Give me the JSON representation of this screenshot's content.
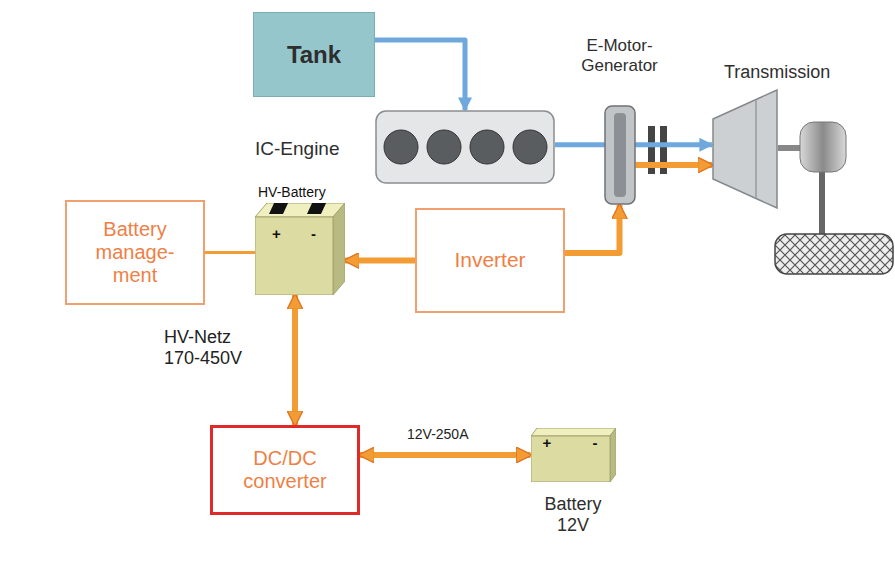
{
  "diagram": {
    "nodes": [
      {
        "text": [
          "Tank"
        ]
      },
      {
        "text": [
          "IC-Engine"
        ]
      },
      {
        "text": [
          "E-Motor- Generator"
        ]
      },
      {
        "text": [
          "Transmission"
        ]
      },
      {
        "text": [
          "HV-Battery",
          "+",
          "-"
        ]
      },
      {
        "text": [
          "Battery manage- ment"
        ]
      },
      {
        "text": [
          "Inverter"
        ]
      },
      {
        "text": [
          "DC/DC converter"
        ]
      },
      {
        "text": [
          "+",
          "-",
          "Battery 12V"
        ]
      }
    ],
    "edges": [
      {
        "from": 0,
        "to": 1,
        "arrow": "to"
      },
      {
        "from": 1,
        "to": 3,
        "arrow": "to"
      },
      {
        "from": 6,
        "to": 4,
        "arrow": "to"
      },
      {
        "from": 6,
        "to": 2,
        "arrow": "to"
      },
      {
        "from": 2,
        "to": 3,
        "arrow": "to"
      },
      {
        "from": 5,
        "to": 4,
        "arrow": "none"
      },
      {
        "from": 4,
        "to": 7,
        "arrow": "both",
        "label": "HV-Netz 170-450V"
      },
      {
        "from": 7,
        "to": 8,
        "arrow": "both",
        "label": "12V-250A"
      }
    ]
  }
}
